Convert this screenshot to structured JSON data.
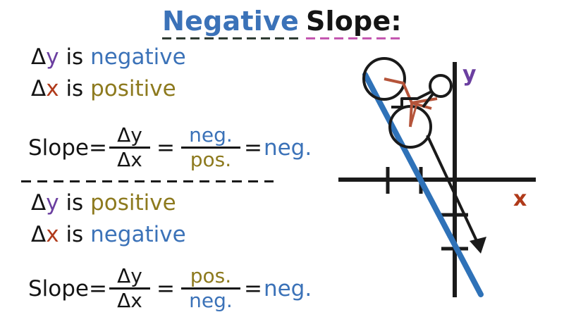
{
  "title": {
    "word1": "Negative",
    "word2": "Slope:",
    "word1_color": "#3b72b8",
    "word2_color": "#141414",
    "underline1_color": "#2f3b32",
    "underline2_color": "#c457b0"
  },
  "palette": {
    "blue": "#3b72b8",
    "olive": "#8d7a1e",
    "purple": "#6b3fa0",
    "red": "#b03a1a",
    "black": "#141414"
  },
  "statements": {
    "top": [
      {
        "delta": "Δ",
        "var": "y",
        "verb": "is",
        "value": "negative",
        "value_color": "#3b72b8"
      },
      {
        "delta": "Δ",
        "var": "x",
        "verb": "is",
        "value": "positive",
        "value_color": "#8d7a1e"
      }
    ],
    "bottom": [
      {
        "delta": "Δ",
        "var": "y",
        "verb": "is",
        "value": "positive",
        "value_color": "#8d7a1e"
      },
      {
        "delta": "Δ",
        "var": "x",
        "verb": "is",
        "value": "negative",
        "value_color": "#3b72b8"
      }
    ]
  },
  "equations": [
    {
      "label": "Slope=",
      "frac1_num_delta": "Δ",
      "frac1_num_var": "y",
      "frac1_den_delta": "Δ",
      "frac1_den_var": "x",
      "equals": "=",
      "frac2_num": "neg.",
      "frac2_den": "pos.",
      "equals2": "=",
      "result": "neg."
    },
    {
      "label": "Slope=",
      "frac1_num_delta": "Δ",
      "frac1_num_var": "y",
      "frac1_den_delta": "Δ",
      "frac1_den_var": "x",
      "equals": "=",
      "frac2_num": "pos.",
      "frac2_den": "neg.",
      "equals2": "=",
      "result": "neg."
    }
  ],
  "divider": {
    "style": "dashed"
  },
  "graph": {
    "y_axis_label": "y",
    "x_axis_label": "x",
    "line_color": "#2f72b8",
    "axis_color": "#1a1a1a",
    "bike_frame_color": "#b5543a",
    "x_axis_ticks": 2,
    "y_axis_ticks": 2,
    "direction_arrow": "down-right"
  }
}
